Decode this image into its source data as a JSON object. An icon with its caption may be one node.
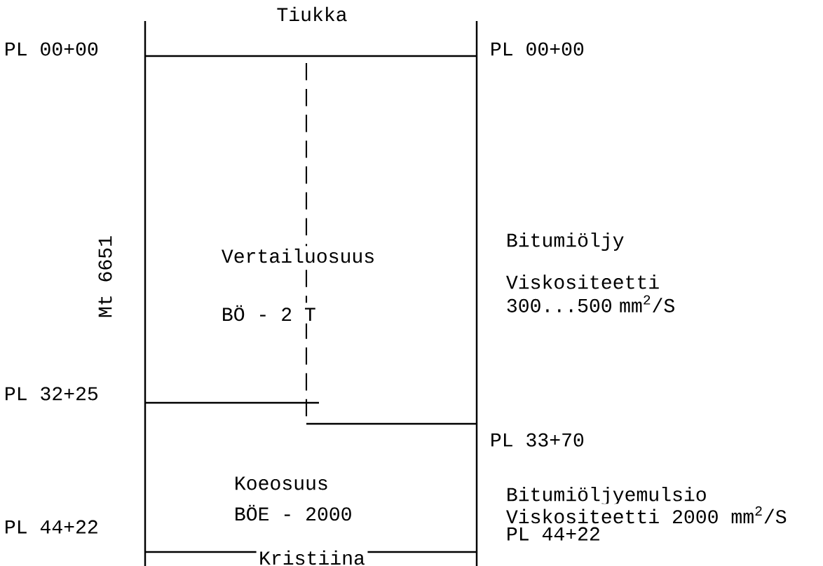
{
  "diagram": {
    "labels": [
      "Tiukka",
      "PL 00+00",
      "PL 00+00",
      "Mt 6651",
      "Vertailuosuus",
      "Bitumiöljy",
      "Viskositeetti 300...500 mm$^{2}$/S",
      "BÖ - 2 T",
      "PL 32+25",
      "PL 33+70",
      "Koeosuus",
      "Bitumiöljyemulsio",
      "BÖE - 2000",
      "Viskositeetti 2000 mm$^{2}$/S",
      "PL 44+22",
      "PL 44+22",
      "Kristiina"
    ]
  }
}
